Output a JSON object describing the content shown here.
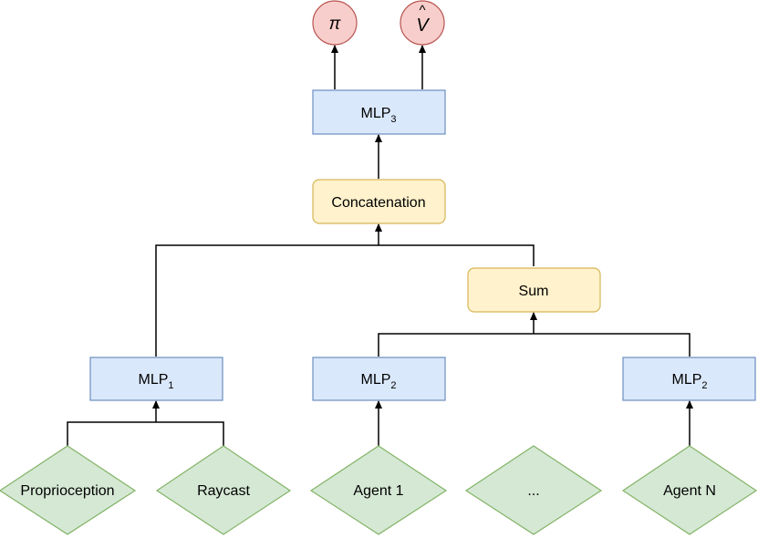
{
  "outputs": {
    "policy": {
      "symbol": "π"
    },
    "value": {
      "symbol": "V",
      "accent": "^"
    }
  },
  "mlp3": {
    "base": "MLP",
    "sub": "3"
  },
  "concatenation": {
    "label": "Concatenation"
  },
  "sum": {
    "label": "Sum"
  },
  "mlp1": {
    "base": "MLP",
    "sub": "1"
  },
  "mlp2_left": {
    "base": "MLP",
    "sub": "2"
  },
  "mlp2_right": {
    "base": "MLP",
    "sub": "2"
  },
  "inputs": {
    "proprioception": "Proprioception",
    "raycast": "Raycast",
    "agent1": "Agent 1",
    "ellipsis": "...",
    "agentN": "Agent N"
  },
  "colors": {
    "mlp_fill": "#dae8fc",
    "mlp_stroke": "#6c8ebf",
    "op_fill": "#fff2cc",
    "op_stroke": "#d6b656",
    "input_fill": "#d5e8d4",
    "input_stroke": "#82b366",
    "output_fill": "#f8cecc",
    "output_stroke": "#b85450"
  }
}
